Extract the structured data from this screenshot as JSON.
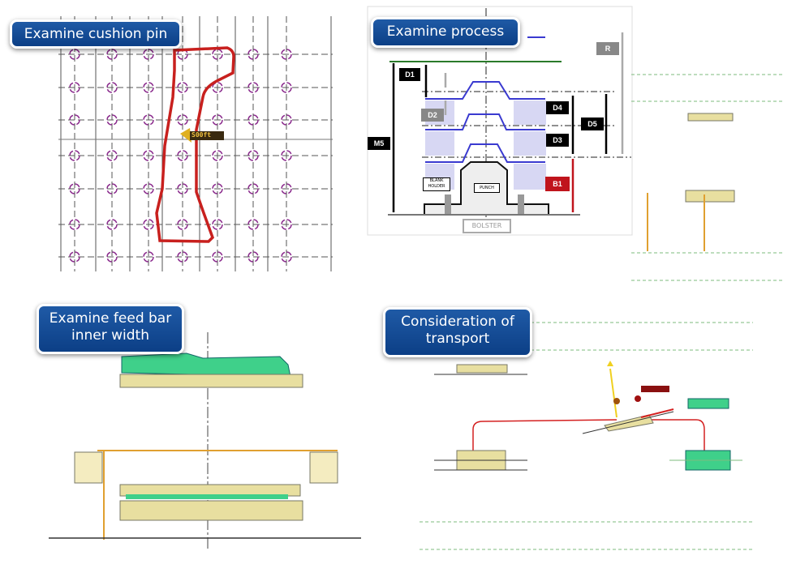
{
  "panels": {
    "cushion_pin": {
      "title": "Examine cushion pin",
      "marker_label": "S00ft"
    },
    "process": {
      "title": "Examine process",
      "dimensions": [
        "D1",
        "D2",
        "D3",
        "D4",
        "D5",
        "M5",
        "R",
        "B1"
      ],
      "blank_holder": "BLANK HOLDER",
      "punch": "PUNCH",
      "bolster": "BOLSTER"
    },
    "feed_bar": {
      "title": "Examine feed bar inner width"
    },
    "transport": {
      "title": "Consideration of transport"
    }
  },
  "colors": {
    "label_bg": "#0c3f86",
    "outline": "#c8201e",
    "pin": "#8a2a8c",
    "die": "#3a3ad0",
    "green_part": "#3fd08a",
    "yellow_part": "#e8dfa0"
  }
}
